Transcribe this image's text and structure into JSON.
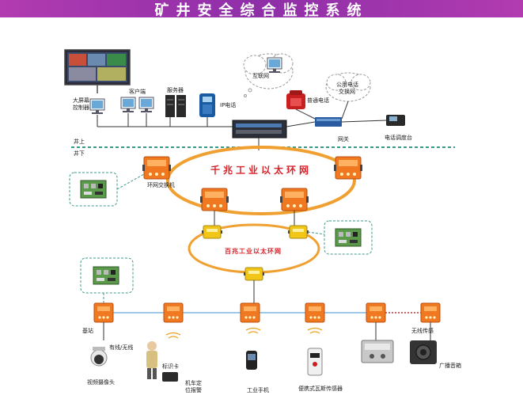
{
  "title": "矿井安全综合监控系统",
  "surface_label": "井上",
  "underground_label": "井下",
  "ring_gigabit": "千兆工业以太环网",
  "ring_100m": "百兆工业以太环网",
  "devices": {
    "big_screen": "大屏幕\n控制器",
    "client": "客户端",
    "server": "服务器",
    "ip_phone": "IP电话",
    "internet": "互联网",
    "normal_phone": "普通电话",
    "pstn": "公用电话\n交换网",
    "gateway": "网关",
    "dispatch": "电话调度台",
    "ring_switch": "环网交换机",
    "base_station": "基站",
    "wired_wireless": "有线/无线",
    "camera": "视频摄像头",
    "id_card": "标识卡",
    "vehicle_locator": "机车定\n位报警",
    "handheld": "工业手机",
    "gas_sensor": "便携式瓦斯传感器",
    "wireless_relay": "无线传感",
    "broadcast": "广播音箱"
  },
  "colors": {
    "banner": "#9b33ad",
    "ring": "#f0a030",
    "switch_orange": "#f07820",
    "node_yellow": "#f2c618",
    "link_blue": "#9cc9e8",
    "board_green": "#5a9a4a",
    "dashed_teal": "#3a9a8a"
  }
}
